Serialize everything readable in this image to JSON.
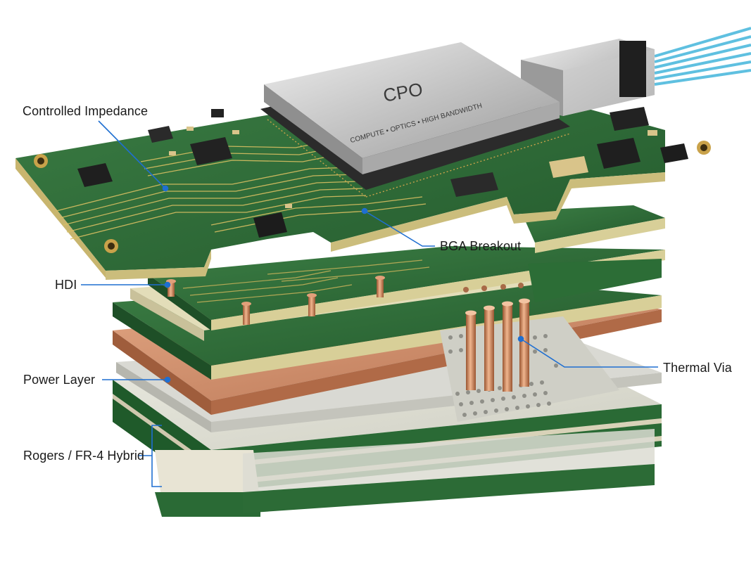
{
  "labels": {
    "controlled_impedance": "Controlled Impedance",
    "bga_breakout": "BGA Breakout",
    "hdi": "HDI",
    "thermal_via": "Thermal Via",
    "power_layer": "Power Layer",
    "hybrid": "Rogers / FR-4 Hybrid"
  },
  "chip": {
    "title": "CPO",
    "subtitle": "COMPUTE  •  OPTICS  •  HIGH BANDWIDTH"
  },
  "colors": {
    "callout_line": "#1f6fd1",
    "pcb_green": "#2f6d3a",
    "copper": "#c98a66",
    "fiber": "#5fc0e0"
  }
}
